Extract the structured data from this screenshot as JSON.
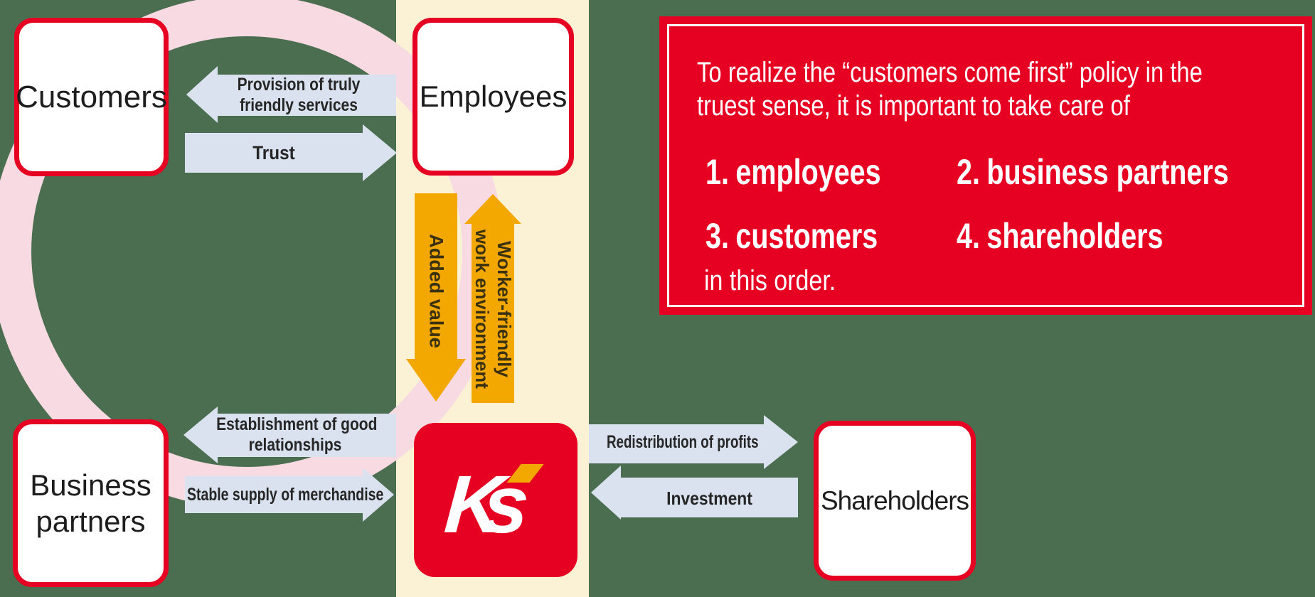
{
  "colors": {
    "background": "#4C6E50",
    "band": "#FBF2D6",
    "ring": "#F8DBE2",
    "red": "#E60021",
    "arrow": "#D9E2EE",
    "orange": "#F3A701",
    "orange_text": "#3A3110"
  },
  "nodes": {
    "customers": "Customers",
    "employees": "Employees",
    "business_partners": "Business partners",
    "shareholders": "Shareholders"
  },
  "logo": {
    "k": "K",
    "s": "s"
  },
  "flows": {
    "provision": {
      "line1": "Provision of truly",
      "line2": "friendly services",
      "direction": "left"
    },
    "trust": {
      "label": "Trust",
      "direction": "right"
    },
    "added_value": {
      "label": "Added value",
      "direction": "down"
    },
    "worker_env": {
      "line1": "Worker-friendly",
      "line2": "work environment",
      "direction": "up"
    },
    "establishment": {
      "line1": "Establishment of good",
      "line2": "relationships",
      "direction": "left"
    },
    "stable_supply": {
      "label": "Stable supply of merchandise",
      "direction": "right"
    },
    "redistribution": {
      "label": "Redistribution of profits",
      "direction": "right"
    },
    "investment": {
      "label": "Investment",
      "direction": "left"
    }
  },
  "info_box": {
    "line1": "To realize the “customers come first” policy in the",
    "line2": "truest sense, it is important to take care of",
    "items": [
      {
        "num": "1.",
        "label": "employees"
      },
      {
        "num": "2.",
        "label": "business partners"
      },
      {
        "num": "3.",
        "label": "customers"
      },
      {
        "num": "4.",
        "label": "shareholders"
      }
    ],
    "outro": "in this order."
  }
}
